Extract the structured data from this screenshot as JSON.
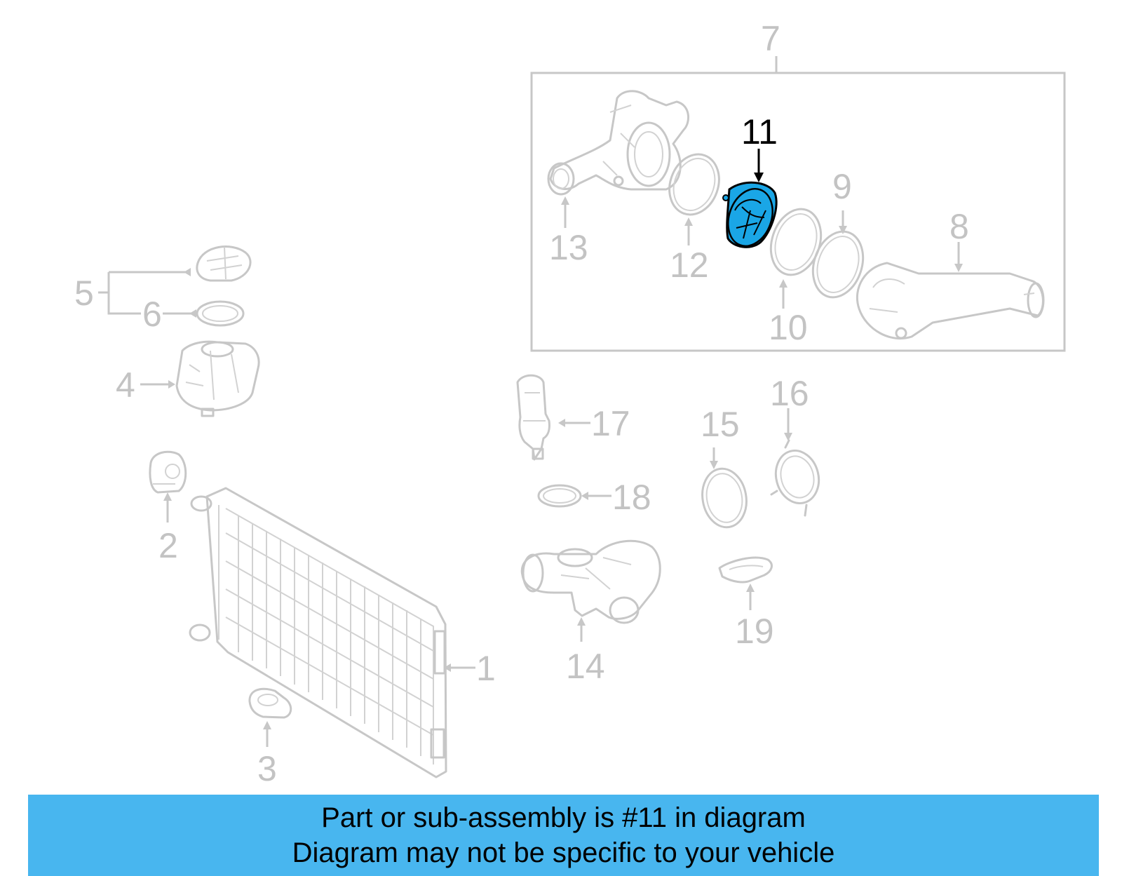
{
  "colors": {
    "highlight_part": "#1aa6e6",
    "banner_background": "#48b6ef",
    "ghost_part": "#c7c7c7",
    "highlight_callout": "#000000"
  },
  "callouts": {
    "c1": "1",
    "c2": "2",
    "c3": "3",
    "c4": "4",
    "c5": "5",
    "c6": "6",
    "c7": "7",
    "c8": "8",
    "c9": "9",
    "c10": "10",
    "c11": "11",
    "c12": "12",
    "c13": "13",
    "c14": "14",
    "c15": "15",
    "c16": "16",
    "c17": "17",
    "c18": "18",
    "c19": "19"
  },
  "highlighted_part": "11",
  "banner": {
    "line1": "Part or sub-assembly is #11 in diagram",
    "line2": "Diagram may not be specific to your vehicle"
  }
}
